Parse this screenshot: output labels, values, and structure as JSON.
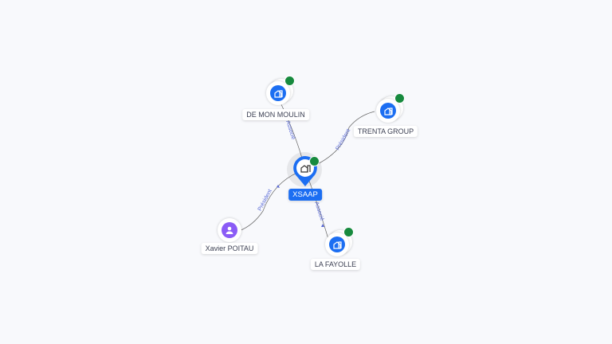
{
  "center": {
    "name": "XSAAP",
    "icon": "building-icon",
    "verified": true
  },
  "nodes": [
    {
      "name": "DE MON MOULIN",
      "type": "company",
      "icon": "building-icon",
      "verified": true,
      "relation": "Associé"
    },
    {
      "name": "TRENTA GROUP",
      "type": "company",
      "icon": "building-icon",
      "verified": true,
      "relation": "Président"
    },
    {
      "name": "Xavier POITAU",
      "type": "person",
      "icon": "person-icon",
      "verified": false,
      "relation": "Président"
    },
    {
      "name": "LA FAYOLLE",
      "type": "company",
      "icon": "building-icon",
      "verified": true,
      "relation": "Associé"
    }
  ],
  "colors": {
    "company": "#1c6ef2",
    "person": "#8b5cf6",
    "verified": "#178a3e",
    "edge_label": "#5a6ad6"
  }
}
